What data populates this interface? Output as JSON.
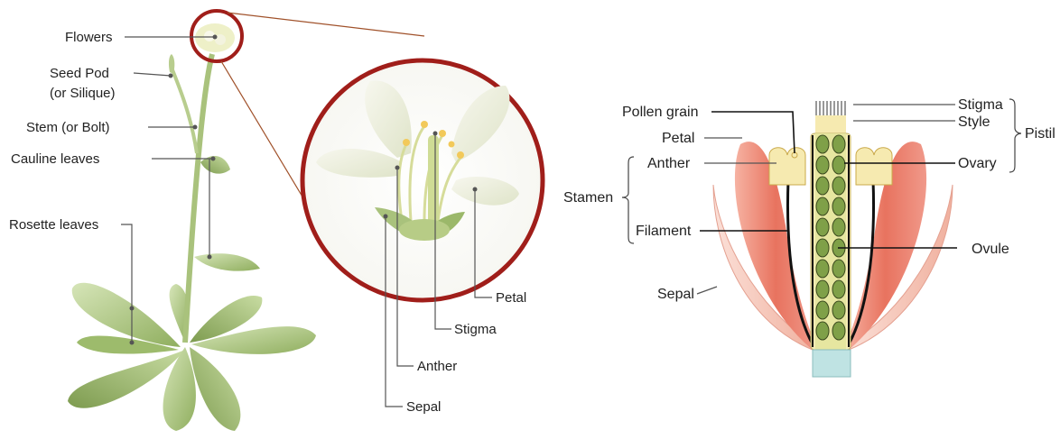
{
  "plant": {
    "labels": {
      "flowers": "Flowers",
      "seed_pod_1": "Seed Pod",
      "seed_pod_2": "(or Silique)",
      "stem": "Stem (or Bolt)",
      "cauline": "Cauline leaves",
      "rosette": "Rosette leaves"
    }
  },
  "flower_zoom": {
    "labels": {
      "petal": "Petal",
      "stigma": "Stigma",
      "anther": "Anther",
      "sepal": "Sepal"
    }
  },
  "flower_section": {
    "labels": {
      "pollen_grain": "Pollen grain",
      "petal": "Petal",
      "anther": "Anther",
      "stamen": "Stamen",
      "filament": "Filament",
      "sepal": "Sepal",
      "stigma": "Stigma",
      "style": "Style",
      "pistil": "Pistil",
      "ovary": "Ovary",
      "ovule": "Ovule"
    }
  },
  "colors": {
    "zoom_ring": "#a01e1a",
    "leaf": "#a9c27c",
    "petal_red": "#e8735f",
    "sepal_pink": "#f2b8a8",
    "anther_yellow": "#f6eab0",
    "ovule_green": "#7fa048",
    "receptacle": "#bfe3e3"
  }
}
